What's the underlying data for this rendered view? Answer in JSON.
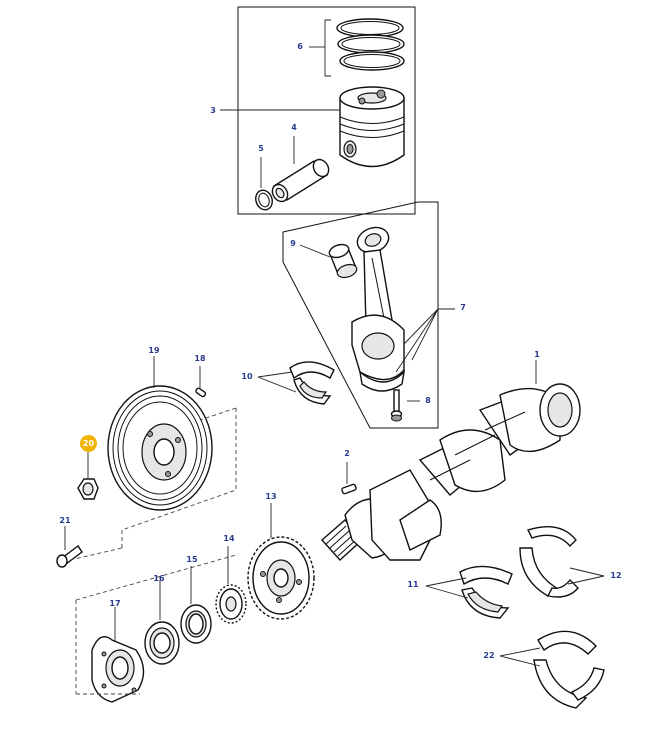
{
  "diagram": {
    "active_callout": "20",
    "highlight_color": "#f0b400",
    "label_color": "#2a3a8c",
    "callouts": [
      {
        "id": "c1",
        "label": "1"
      },
      {
        "id": "c2",
        "label": "2"
      },
      {
        "id": "c3",
        "label": "3"
      },
      {
        "id": "c4",
        "label": "4"
      },
      {
        "id": "c5",
        "label": "5"
      },
      {
        "id": "c6",
        "label": "6"
      },
      {
        "id": "c7",
        "label": "7"
      },
      {
        "id": "c8",
        "label": "8"
      },
      {
        "id": "c9",
        "label": "9"
      },
      {
        "id": "c10",
        "label": "10"
      },
      {
        "id": "c11",
        "label": "11"
      },
      {
        "id": "c12",
        "label": "12"
      },
      {
        "id": "c13",
        "label": "13"
      },
      {
        "id": "c14",
        "label": "14"
      },
      {
        "id": "c15",
        "label": "15"
      },
      {
        "id": "c16",
        "label": "16"
      },
      {
        "id": "c17",
        "label": "17"
      },
      {
        "id": "c18",
        "label": "18"
      },
      {
        "id": "c19",
        "label": "19"
      },
      {
        "id": "c20",
        "label": "20"
      },
      {
        "id": "c21",
        "label": "21"
      },
      {
        "id": "c22",
        "label": "22"
      }
    ]
  }
}
